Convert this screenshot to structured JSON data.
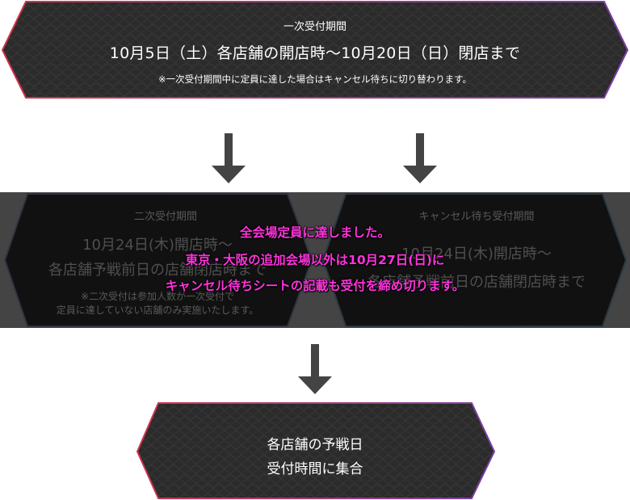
{
  "top_box": {
    "heading": "一次受付期間",
    "main": "10月5日（土）各店舗の開店時〜10月20日（日）閉店まで",
    "note": "※一次受付期間中に定員に達した場合はキャンセル待ちに切り替わります。"
  },
  "middle_left": {
    "heading": "二次受付期間",
    "main_line1": "10月24日(木)開店時〜",
    "main_line2": "各店舗予戦前日の店舗閉店時まで",
    "note_line1": "※二次受付は参加人数が一次受付で",
    "note_line2": "定員に達していない店舗のみ実施いたします。"
  },
  "middle_right": {
    "heading": "キャンセル待ち受付期間",
    "main_line1": "10月24日(木)開店時〜",
    "main_line2": "各店舗予戦前日の店舗閉店時まで"
  },
  "notice": {
    "line1": "全会場定員に達しました。",
    "line2": "東京・大阪の追加会場以外は10月27日(日)に",
    "line3": "キャンセル待ちシートの記載も受付を締め切ります。"
  },
  "bottom_box": {
    "line1": "各店舗の予戦日",
    "line2": "受付時間に集合"
  },
  "colors": {
    "box_fill": "#2a2a2a",
    "border_left": "#d0344a",
    "border_right": "#7b3fa8",
    "arrow": "#444444",
    "notice_text": "#ff33dd",
    "band": "#444444"
  }
}
